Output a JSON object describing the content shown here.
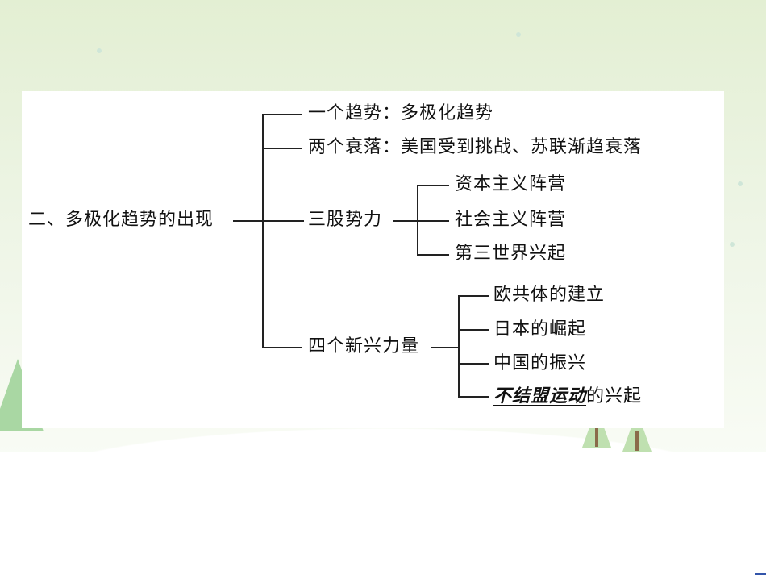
{
  "root": {
    "label": "二、多极化趋势的出现"
  },
  "branches": {
    "trend": "一个趋势：多极化趋势",
    "decline": "两个衰落：美国受到挑战、苏联渐趋衰落",
    "three_forces": {
      "label": "三股势力",
      "items": [
        "资本主义阵营",
        "社会主义阵营",
        "第三世界兴起"
      ]
    },
    "four_forces": {
      "label": "四个新兴力量",
      "items": [
        "欧共体的建立",
        "日本的崛起",
        "中国的振兴"
      ],
      "last_item_highlight": "不结盟运动",
      "last_item_rest": "的兴起"
    }
  }
}
